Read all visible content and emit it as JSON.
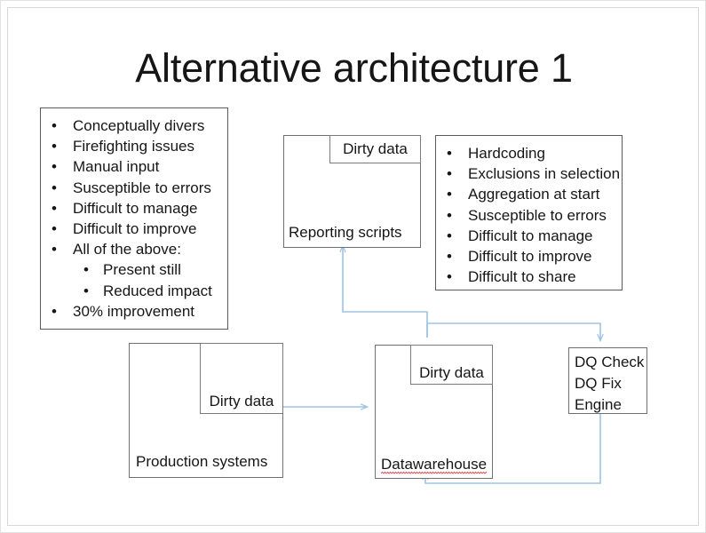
{
  "slide": {
    "title": "Alternative architecture 1",
    "background": "#FFFFFF",
    "border_color": "#E2E2E2",
    "connector_color": "#9DC3E6",
    "box_border_color": "#6F6F6F",
    "text_color": "#161616",
    "spellcheck_underline_color": "#E53935"
  },
  "left_panel": {
    "name": "left-issues-panel",
    "items": [
      {
        "text": "Conceptually divers",
        "level": 1
      },
      {
        "text": "Firefighting issues",
        "level": 1
      },
      {
        "text": "Manual input",
        "level": 1
      },
      {
        "text": "Susceptible to errors",
        "level": 1
      },
      {
        "text": "Difficult to manage",
        "level": 1
      },
      {
        "text": "Difficult to improve",
        "level": 1
      },
      {
        "text": "All of the above:",
        "level": 1
      },
      {
        "text": "Present still",
        "level": 2
      },
      {
        "text": "Reduced impact",
        "level": 2
      },
      {
        "text": "30% improvement",
        "level": 1
      }
    ]
  },
  "right_panel": {
    "name": "right-issues-panel",
    "items": [
      {
        "text": "Hardcoding",
        "level": 1
      },
      {
        "text": "Exclusions in selection",
        "level": 1
      },
      {
        "text": "Aggregation at start",
        "level": 1
      },
      {
        "text": "Susceptible to errors",
        "level": 1
      },
      {
        "text": "Difficult to manage",
        "level": 1
      },
      {
        "text": "Difficult to improve",
        "level": 1
      },
      {
        "text": "Difficult to share",
        "level": 1
      }
    ]
  },
  "nodes": {
    "reporting_scripts": {
      "label": "Reporting scripts",
      "badge_label": "Dirty data"
    },
    "production_systems": {
      "label": "Production systems",
      "badge_label": "Dirty data"
    },
    "datawarehouse": {
      "label": "Datawarehouse",
      "badge_label": "Dirty data",
      "misspelled": true
    },
    "dq_engine": {
      "line1": "DQ Check",
      "line2": "DQ Fix",
      "line3": "Engine"
    }
  },
  "connectors": [
    {
      "name": "production-to-datawarehouse",
      "from": "production_systems",
      "to": "datawarehouse",
      "arrow": "end"
    },
    {
      "name": "datawarehouse-to-reporting-scripts",
      "from": "datawarehouse",
      "to": "reporting_scripts",
      "arrow": "end"
    },
    {
      "name": "datawarehouse-to-dq-engine",
      "from": "datawarehouse",
      "to": "dq_engine",
      "arrow": "end"
    },
    {
      "name": "dq-engine-to-datawarehouse",
      "from": "dq_engine",
      "to": "datawarehouse",
      "arrow": "end"
    }
  ]
}
